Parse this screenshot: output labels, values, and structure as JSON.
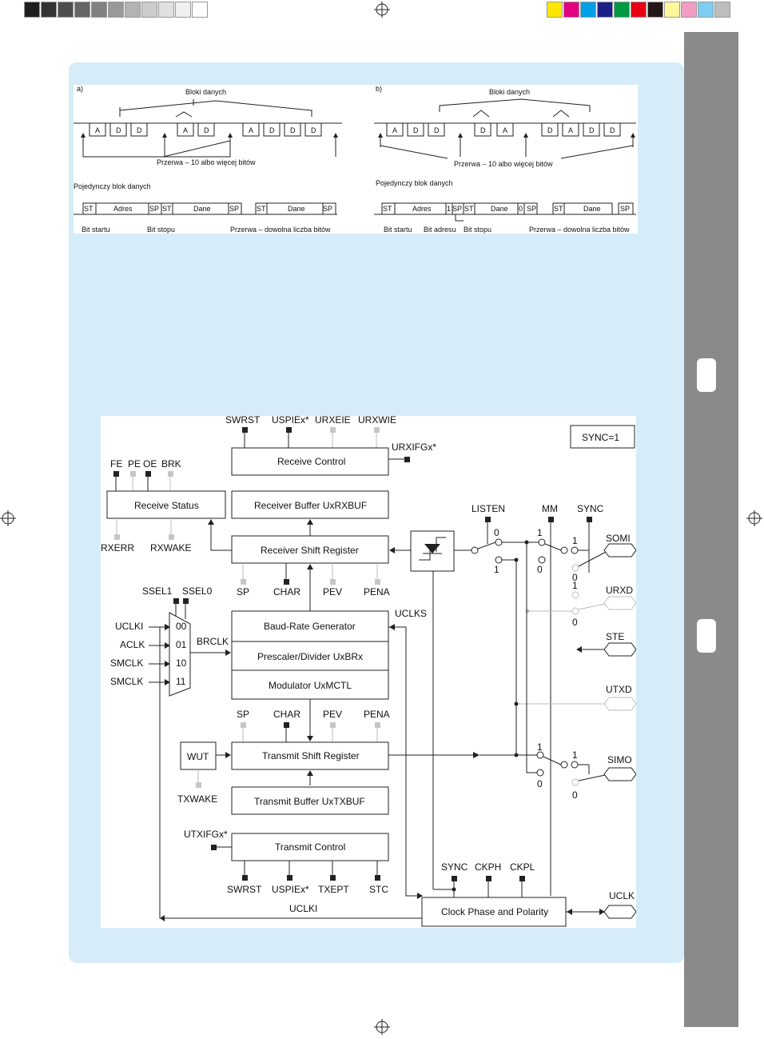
{
  "print_marks": {
    "gray_swatches": [
      "#1f1f1f",
      "#333333",
      "#4d4d4d",
      "#666666",
      "#808080",
      "#999999",
      "#b3b3b3",
      "#cccccc",
      "#e0e0e0",
      "#f0f0f0",
      "#ffffff"
    ],
    "color_swatches": [
      "#ffe600",
      "#e4007f",
      "#00a0e9",
      "#1d2088",
      "#009944",
      "#e60012",
      "#231815",
      "#fff799",
      "#f19ec2",
      "#7ecef4",
      "#bdbdbd"
    ]
  },
  "fig_a": {
    "tag": "a)",
    "blocks_label": "Bloki danych",
    "gap_label": "Przerwa – 10 albo więcej bitów",
    "single_label": "Pojedynczy blok danych",
    "cells": [
      "A",
      "D",
      "D",
      "A",
      "D",
      "A",
      "D",
      "D",
      "D"
    ],
    "frame": [
      "ST",
      "Adres",
      "SP",
      "ST",
      "Dane",
      "SP",
      "ST",
      "Dane",
      "SP"
    ],
    "bottom": [
      "Bit startu",
      "Bit stopu",
      "Przerwa – dowolna liczba bitów"
    ]
  },
  "fig_b": {
    "tag": "b)",
    "blocks_label": "Bloki danych",
    "gap_label": "Przerwa – 10 albo więcej bitów",
    "single_label": "Pojedynczy blok danych",
    "cells": [
      "A",
      "D",
      "D",
      "D",
      "A",
      "D",
      "A",
      "D",
      "D"
    ],
    "frame": [
      "ST",
      "Adres",
      "1",
      "SP",
      "ST",
      "Dane",
      "0",
      "SP",
      "ST",
      "Dane",
      "SP"
    ],
    "bottom": [
      "Bit startu",
      "Bit adresu",
      "Bit stopu",
      "Przerwa – dowolna liczba bitów"
    ]
  },
  "diagram": {
    "sync_box": "SYNC=1",
    "blocks": {
      "receive_control": "Receive Control",
      "receive_status": "Receive Status",
      "receiver_buffer": "Receiver Buffer UxRXBUF",
      "receiver_shift": "Receiver Shift Register",
      "baud_rate": "Baud-Rate Generator",
      "prescaler": "Prescaler/Divider UxBRx",
      "modulator": "Modulator UxMCTL",
      "transmit_shift": "Transmit Shift Register",
      "transmit_buffer": "Transmit Buffer UxTXBUF",
      "transmit_control": "Transmit Control",
      "clock_phase": "Clock Phase and Polarity",
      "wut": "WUT"
    },
    "signals": {
      "swrst_top": "SWRST",
      "uspie_top": "USPIEx*",
      "urxeie": "URXEIE",
      "urxwie": "URXWIE",
      "urxifg": "URXIFGx*",
      "fe": "FE",
      "pe": "PE",
      "oe": "OE",
      "brk": "BRK",
      "rxerr": "RXERR",
      "rxwake": "RXWAKE",
      "listen": "LISTEN",
      "mm": "MM",
      "sync_top": "SYNC",
      "sp_rx": "SP",
      "char_rx": "CHAR",
      "pev_rx": "PEV",
      "pena_rx": "PENA",
      "ssel1": "SSEL1",
      "ssel0": "SSEL0",
      "uclks": "UCLKS",
      "brclk": "BRCLK",
      "uclki_in": "UCLKI",
      "aclk": "ACLK",
      "smclk1": "SMCLK",
      "smclk2": "SMCLK",
      "mux_00": "00",
      "mux_01": "01",
      "mux_10": "10",
      "mux_11": "11",
      "sp_tx": "SP",
      "char_tx": "CHAR",
      "pev_tx": "PEV",
      "pena_tx": "PENA",
      "txwake": "TXWAKE",
      "utxifg": "UTXIFGx*",
      "swrst_bot": "SWRST",
      "uspie_bot": "USPIEx*",
      "txept": "TXEPT",
      "stc": "STC",
      "uclki_bot": "UCLKI",
      "sync_bot": "SYNC",
      "ckph": "CKPH",
      "ckpl": "CKPL"
    },
    "pins": {
      "somi": "SOMI",
      "urxd": "URXD",
      "ste": "STE",
      "utxd": "UTXD",
      "simo": "SIMO",
      "uclk": "UCLK"
    },
    "switch_marks": {
      "l0": "0",
      "l1": "1",
      "m1": "1",
      "m0": "0",
      "s1": "1",
      "s0": "0",
      "u1": "1",
      "u0": "0",
      "t1": "1",
      "t0": "0",
      "o1": "1",
      "o0": "0"
    }
  }
}
